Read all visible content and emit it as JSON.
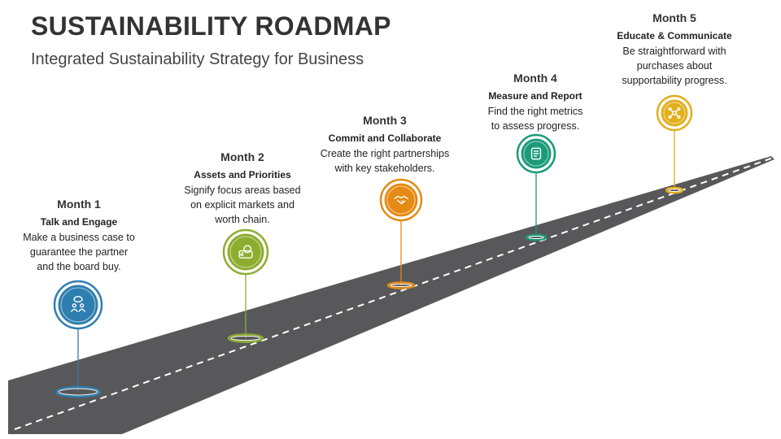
{
  "header": {
    "title": "SUSTAINABILITY ROADMAP",
    "subtitle": "Integrated Sustainability Strategy for Business"
  },
  "milestones": [
    {
      "month": "Month 1",
      "heading": "Talk and Engage",
      "lines": [
        "Make a business case to",
        "guarantee the partner",
        "and the board buy."
      ],
      "color": "#2e7eb0",
      "icon": "people-chat-icon"
    },
    {
      "month": "Month 2",
      "heading": "Assets and Priorities",
      "lines": [
        "Signify focus areas based",
        "on explicit markets and",
        "worth chain."
      ],
      "color": "#8dad2e",
      "icon": "money-bag-icon"
    },
    {
      "month": "Month 3",
      "heading": "Commit and Collaborate",
      "lines": [
        "Create the right partnerships",
        "with key stakeholders."
      ],
      "color": "#e58a14",
      "icon": "handshake-icon"
    },
    {
      "month": "Month 4",
      "heading": "Measure and Report",
      "lines": [
        "Find the right metrics",
        "to assess progress."
      ],
      "color": "#1a9b7a",
      "icon": "report-icon"
    },
    {
      "month": "Month 5",
      "heading": "Educate & Communicate",
      "lines": [
        "Be straightforward with",
        "purchases about",
        "supportability progress."
      ],
      "color": "#e2ae1b",
      "icon": "network-icon"
    }
  ]
}
